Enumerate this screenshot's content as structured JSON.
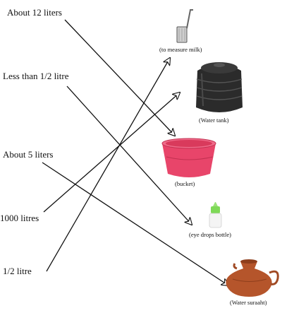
{
  "quantities": [
    {
      "id": "q12",
      "label": "About 12 liters"
    },
    {
      "id": "qhalfless",
      "label": "Less than 1/2 litre"
    },
    {
      "id": "q5",
      "label": "About 5 liters"
    },
    {
      "id": "q1000",
      "label": "1000 litres"
    },
    {
      "id": "qhalf",
      "label": "1/2 litre"
    }
  ],
  "objects": [
    {
      "id": "measure",
      "caption": "(to measure milk)",
      "icon": "milk-measure-icon"
    },
    {
      "id": "tank",
      "caption": "(Water tank)",
      "icon": "water-tank-icon"
    },
    {
      "id": "bucket",
      "caption": "(bucket)",
      "icon": "bucket-icon"
    },
    {
      "id": "eyedrops",
      "caption": "(eye drops bottle)",
      "icon": "eye-drops-bottle-icon"
    },
    {
      "id": "suraahi",
      "caption": "(Water suraaht)",
      "icon": "water-suraahi-icon"
    }
  ],
  "matches": [
    {
      "from": "q12",
      "to": "bucket"
    },
    {
      "from": "qhalfless",
      "to": "eyedrops"
    },
    {
      "from": "q5",
      "to": "suraahi"
    },
    {
      "from": "q1000",
      "to": "tank"
    },
    {
      "from": "qhalf",
      "to": "measure"
    }
  ],
  "colors": {
    "line": "#111111",
    "bucket": "#e8456a",
    "tank": "#2b2b2b",
    "suraahi": "#b5552b",
    "eyedrops_cap": "#7ed957"
  }
}
